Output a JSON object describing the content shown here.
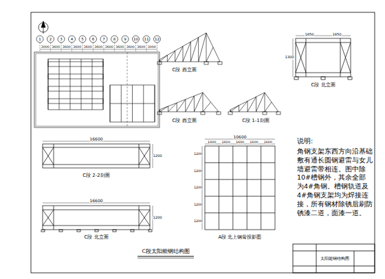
{
  "diagram": {
    "labels": [
      "1",
      "2",
      "3",
      "4",
      "5",
      "6",
      "7",
      "8",
      "9",
      "10",
      "11",
      "12",
      "3000",
      "3600",
      "3600",
      "3600",
      "3600",
      "3600",
      "3600",
      "3600",
      "3600",
      "3600",
      "3000",
      "16600",
      "1200",
      "16600",
      "1200",
      "10600",
      "1600",
      "1600",
      "1600",
      "1600",
      "1600",
      "1200",
      "1200",
      "1200",
      "1200",
      "1200",
      "1650",
      "1650",
      "1300",
      "C段  西立面",
      "C段  北立面",
      "C段  西立面",
      "C段  1-1剖面",
      "C段  2-2剖面",
      "C段  北立面",
      "A段  北上钢骨投影图",
      "C段太阳能钢结构图",
      "说明:",
      "角钢支架东西方向沿基础敷有通长圆钢避雷与女儿墙避雷带相连。图中除10#槽钢外，其余全部为4#角钢。槽钢轨道及4#角钢支架均为焊接连接，所有钢材除锈后刷防锈漆二道，面漆一道。",
      "太阳能钢结构图"
    ]
  }
}
